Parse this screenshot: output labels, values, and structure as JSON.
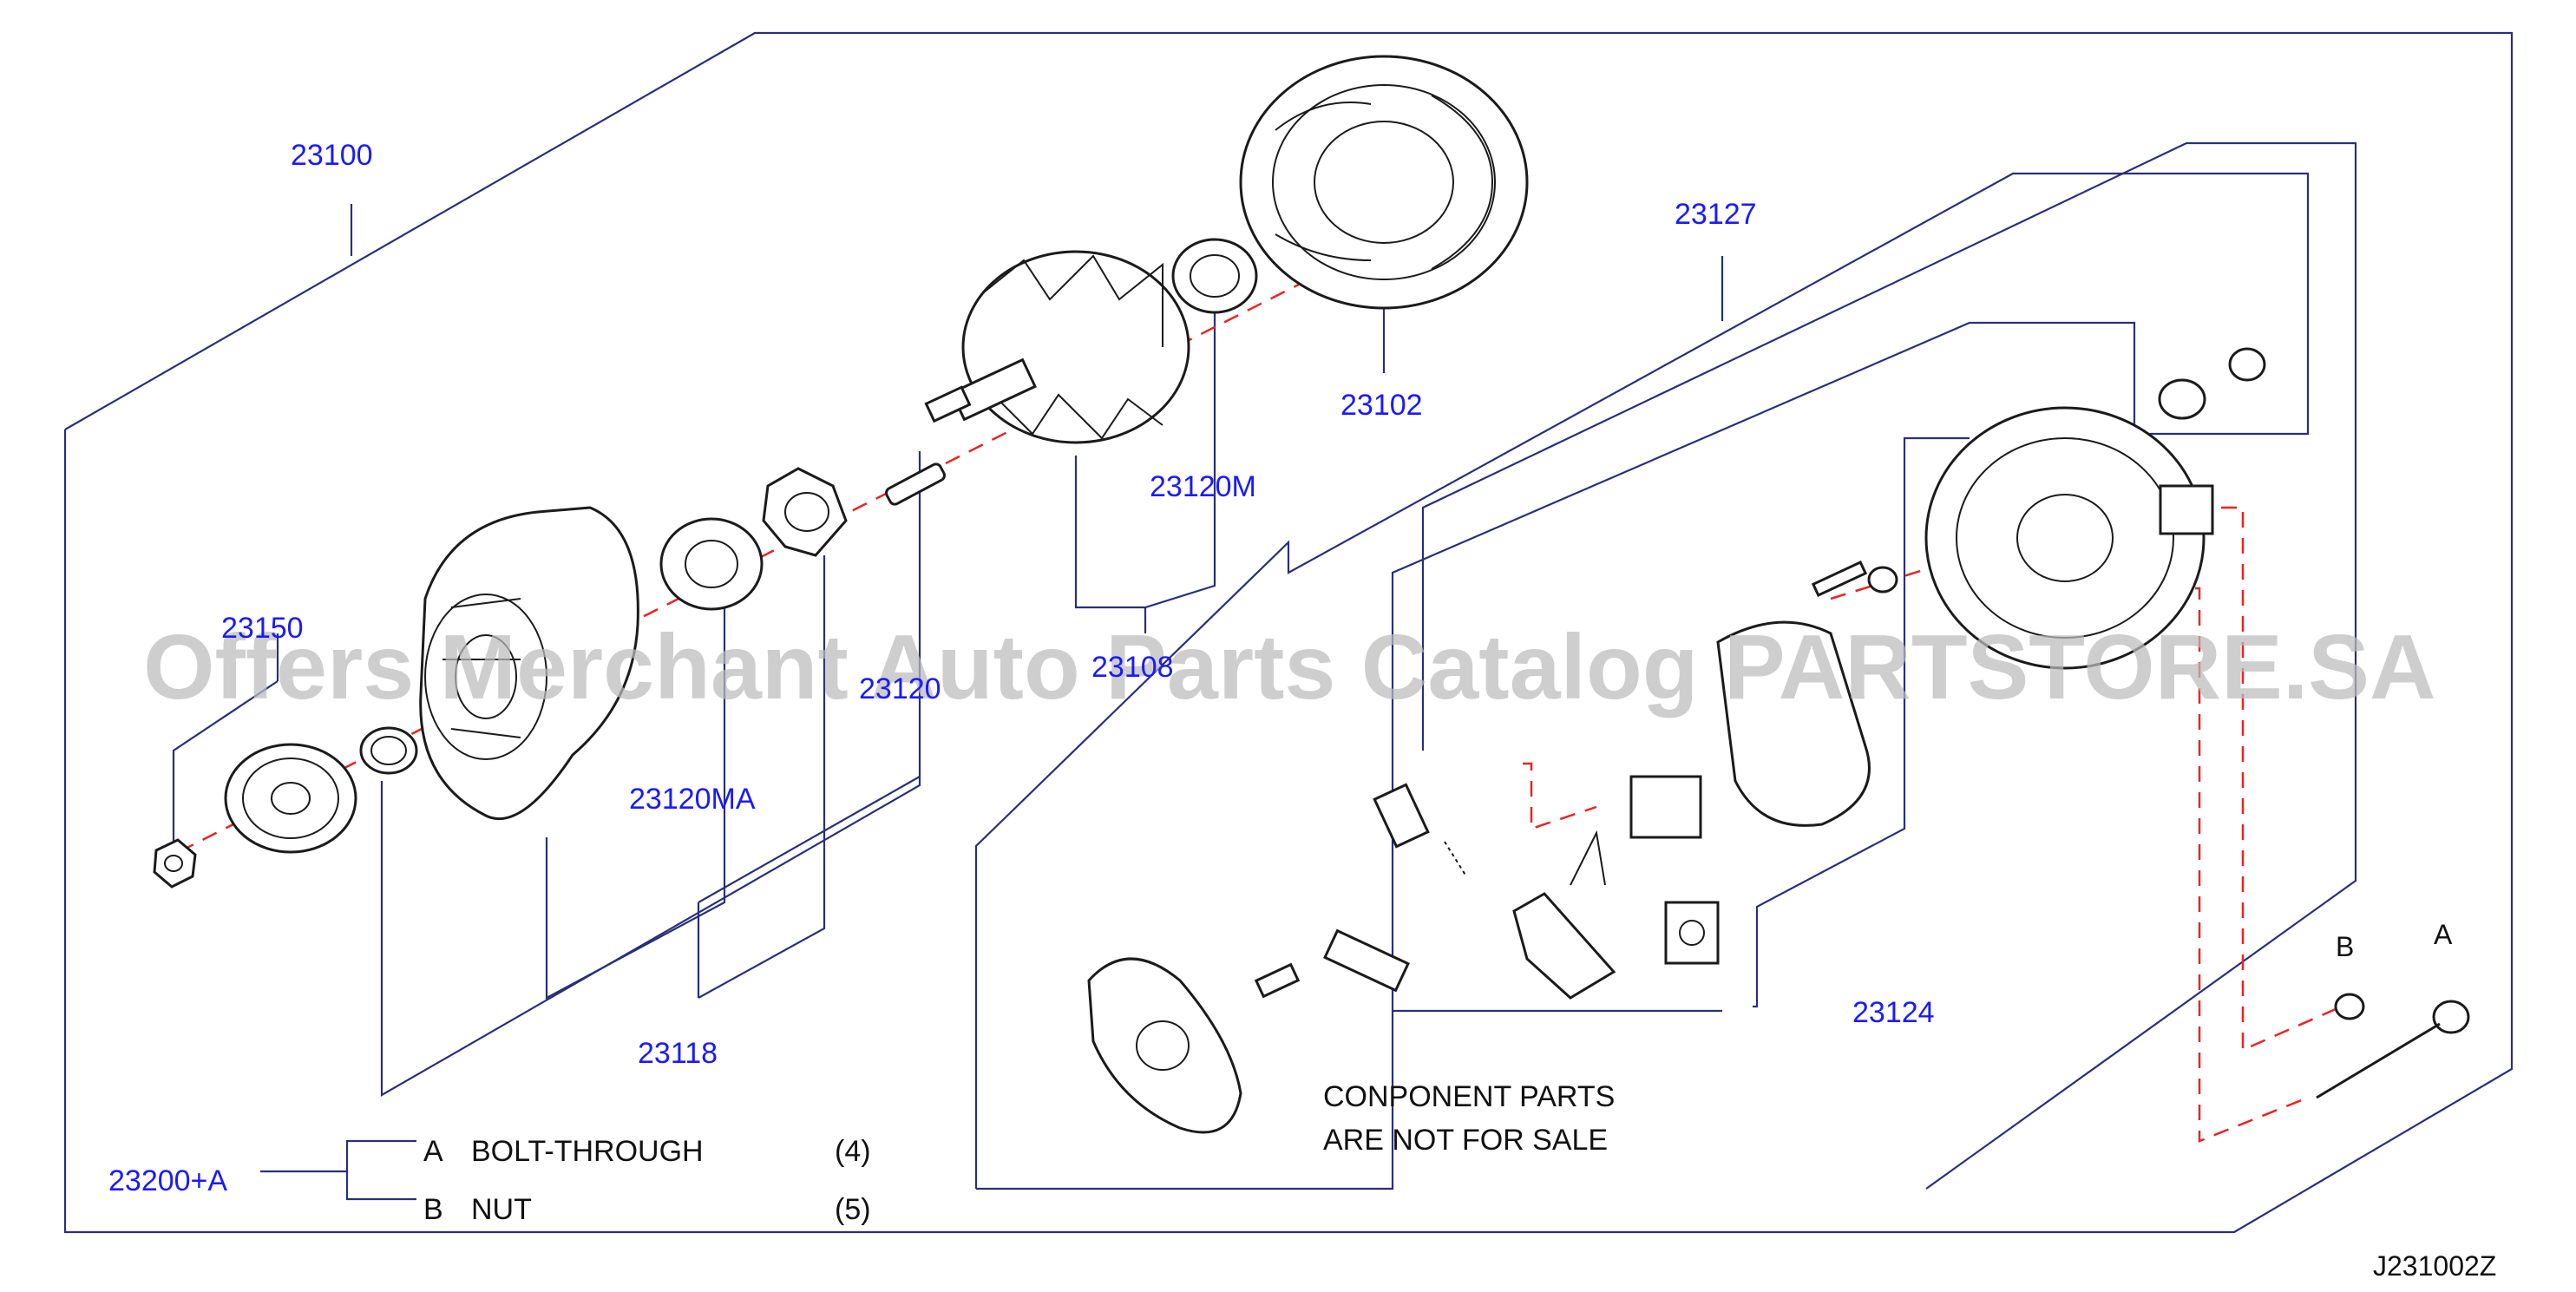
{
  "diagram": {
    "id": "J231002Z",
    "watermark": "Offers Merchant Auto Parts Catalog PARTSTORE.SA",
    "part_labels": {
      "p23100": "23100",
      "p23127": "23127",
      "p23102": "23102",
      "p23120M": "23120M",
      "p23150": "23150",
      "p23108": "23108",
      "p23120": "23120",
      "p23120MA": "23120MA",
      "p23118": "23118",
      "p23124": "23124",
      "p23200A": "23200+A"
    },
    "callouts": {
      "a": "A",
      "b": "B"
    },
    "notice": {
      "line1": "CONPONENT  PARTS",
      "line2": "ARE  NOT  FOR  SALE"
    },
    "kit": [
      {
        "letter": "A",
        "name": "BOLT-THROUGH",
        "qty": "(4)"
      },
      {
        "letter": "B",
        "name": "NUT",
        "qty": "(5)"
      }
    ],
    "colors": {
      "label": "#1a1aff",
      "leader": "#2a2f7a",
      "centerline": "#ee2222",
      "watermark": "#bcbcbc"
    }
  }
}
